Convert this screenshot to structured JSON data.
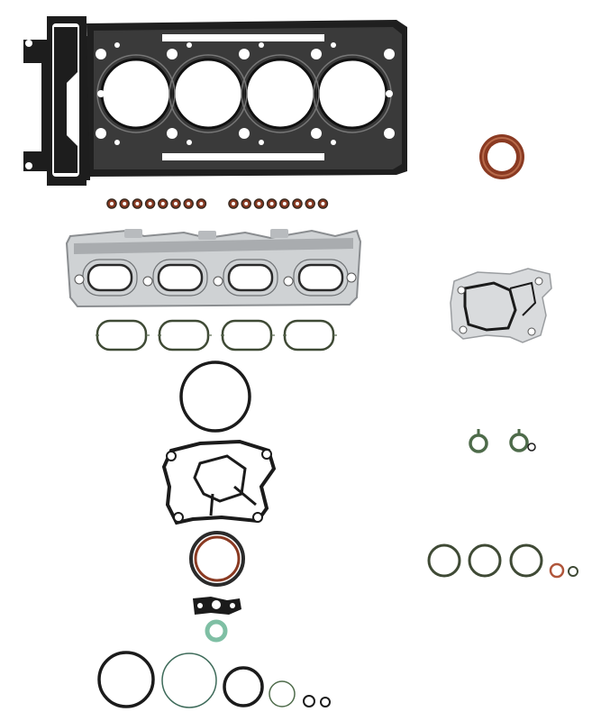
{
  "image": {
    "subject": "engine-gasket-set",
    "background": "#ffffff"
  },
  "colors": {
    "multilayer_steel": "#d7d9db",
    "steel_edge": "#8a8d90",
    "black_rubber": "#1b1b1b",
    "dark_border": "#222222",
    "brown_seal": "#8a3a22",
    "green_rubber": "#4e6b4a",
    "light_green": "#7fbfa4",
    "olive_ring": "#3f4a35",
    "sealing_bead": "#e9eaeb"
  },
  "parts": [
    "cylinder-head-gasket",
    "valve-stem-seals",
    "exhaust-manifold-gasket",
    "intake-manifold-gaskets",
    "crankshaft-front-seal",
    "oil-cooler-gasket",
    "throttle-body-ring",
    "timing-cover-gasket",
    "crankshaft-rear-seal",
    "small-flange-gasket",
    "o-rings"
  ]
}
